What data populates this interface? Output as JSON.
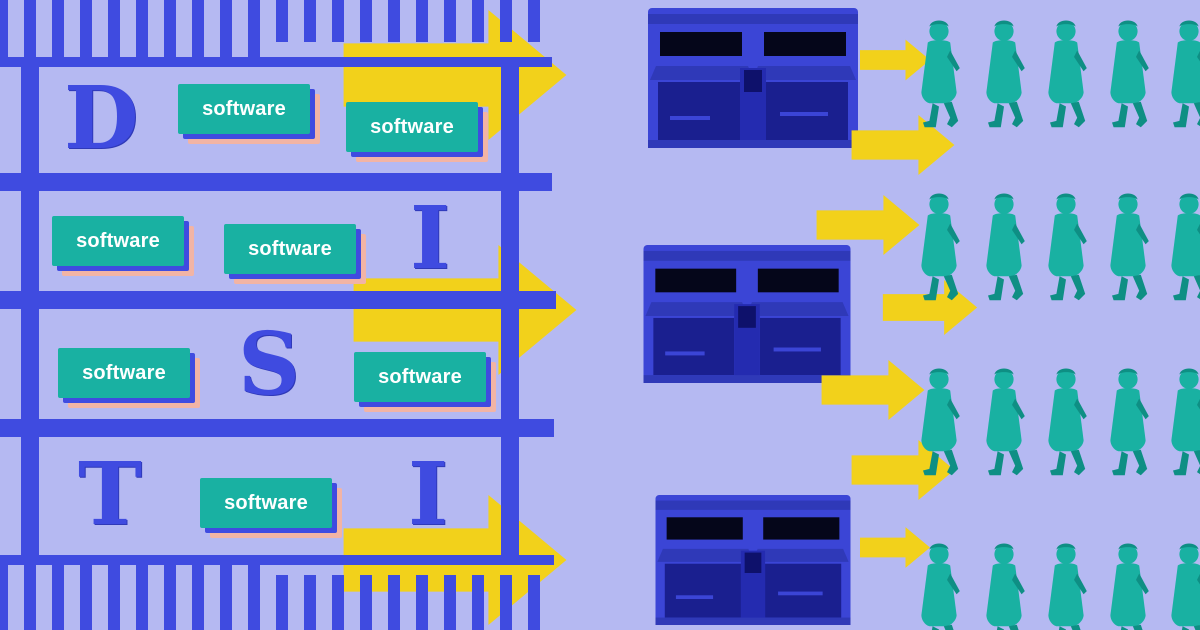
{
  "letters": [
    "D",
    "I",
    "S",
    "T",
    "I"
  ],
  "software_tiles": [
    {
      "label": "software"
    },
    {
      "label": "software"
    },
    {
      "label": "software"
    },
    {
      "label": "software"
    },
    {
      "label": "software"
    },
    {
      "label": "software"
    },
    {
      "label": "software"
    }
  ],
  "colors": {
    "background": "#B5B9F2",
    "blue": "#3F4BE0",
    "dark_blue": "#2F39B8",
    "yellow": "#F2D11B",
    "teal": "#19B1A2",
    "peach": "#F2B4A5"
  },
  "icons": [
    "storefront-icon",
    "walking-person-icon",
    "arrow-right-icon"
  ]
}
